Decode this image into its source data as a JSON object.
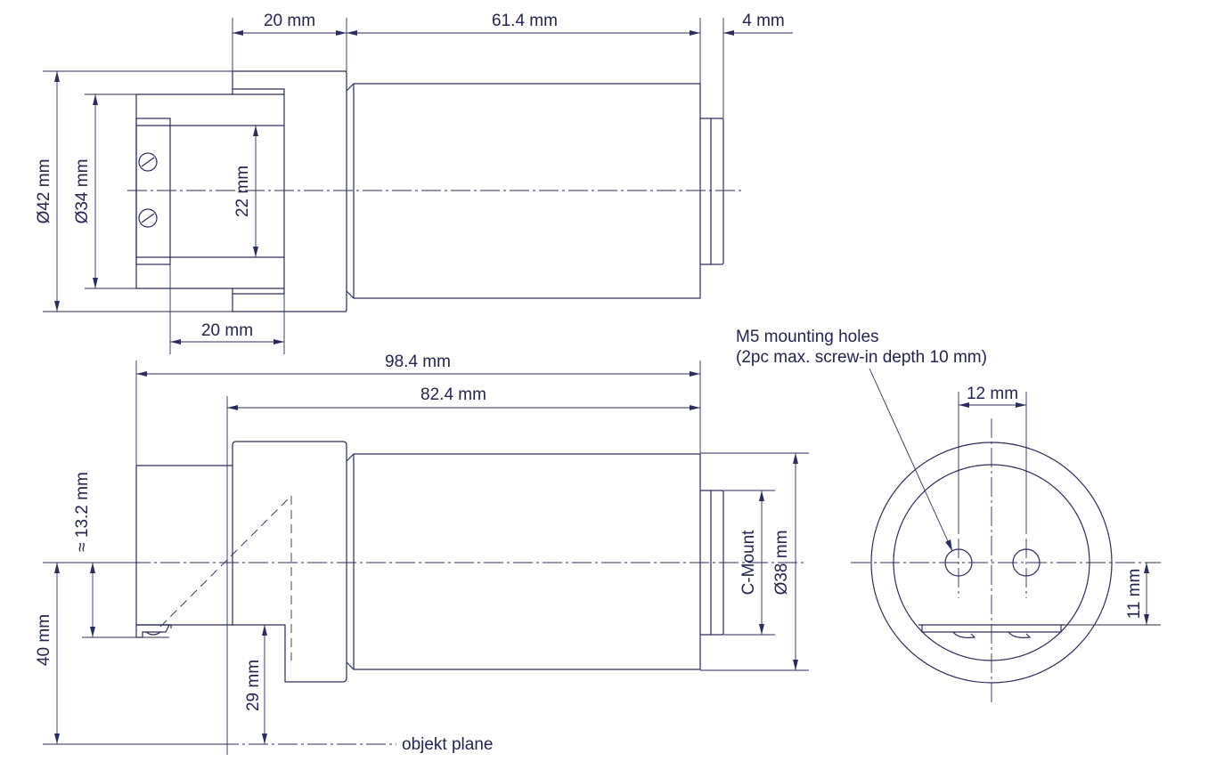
{
  "colors": {
    "line": "#2b2d5c",
    "text": "#23254f",
    "background": "#ffffff"
  },
  "dimensions": {
    "top_flange_width": "20 mm",
    "top_body_length": "61.4 mm",
    "top_cmount_length": "4 mm",
    "top_outer_diameter": "Ø42 mm",
    "top_inner_diameter": "Ø34 mm",
    "top_bore_diameter": "22 mm",
    "top_bore_length": "20 mm",
    "side_total_length": "98.4 mm",
    "side_body_length": "82.4 mm",
    "side_offset": "≈ 13.2 mm",
    "side_cmount_label": "C-Mount",
    "side_body_diameter": "Ø38 mm",
    "side_height": "40 mm",
    "side_object_distance": "29 mm",
    "object_plane": "objekt plane",
    "end_hole_spacing": "12 mm",
    "end_hole_height": "11 mm"
  },
  "notes": {
    "mounting_holes_line1": "M5 mounting holes",
    "mounting_holes_line2": "(2pc max. screw-in depth 10 mm)"
  }
}
